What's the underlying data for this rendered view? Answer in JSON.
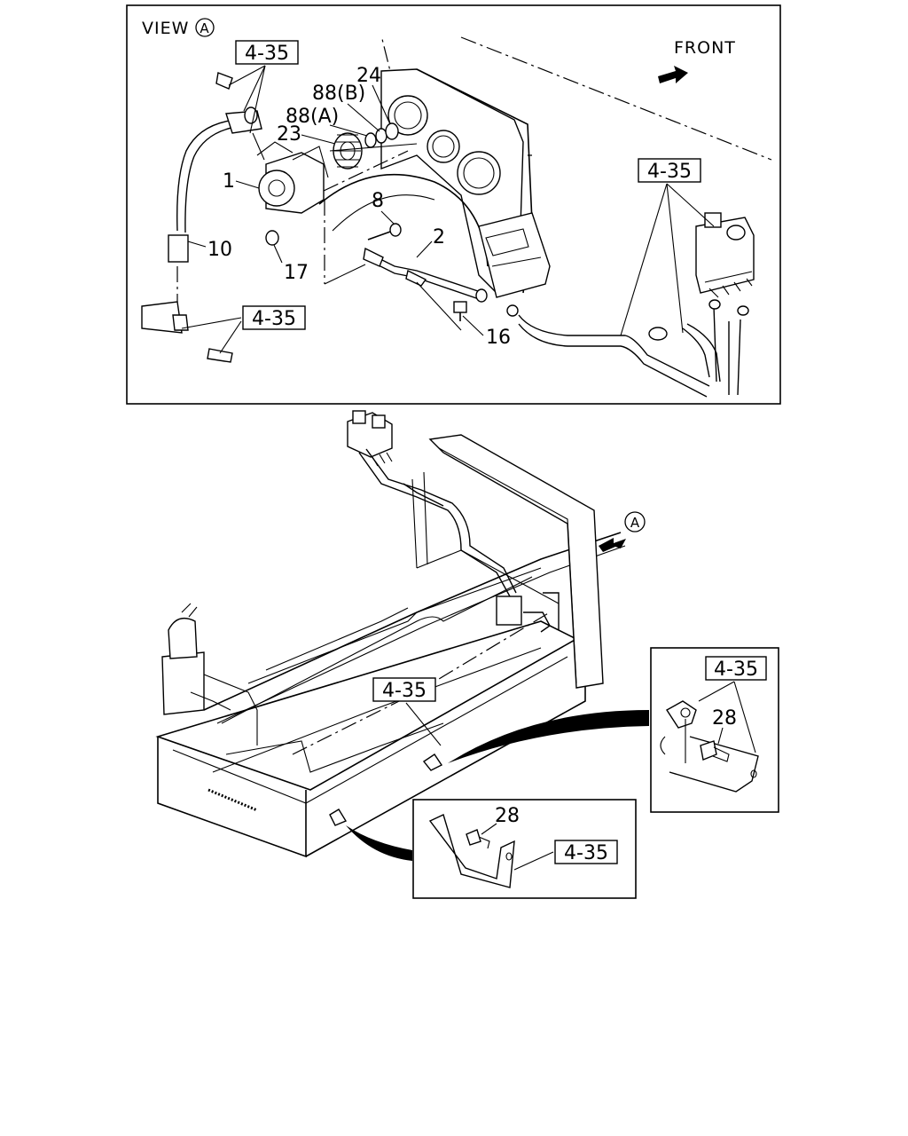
{
  "view_a": {
    "title": "VIEW",
    "title_mark": "A",
    "front_label": "FRONT",
    "ref_top_left": "4-35",
    "ref_top_right": "4-35",
    "ref_mid_left": "4-35",
    "callouts": {
      "c24": "24",
      "c88b": "88(B)",
      "c88a": "88(A)",
      "c23": "23",
      "c1": "1",
      "c8": "8",
      "c2": "2",
      "c10": "10",
      "c17": "17",
      "c16": "16"
    }
  },
  "chassis": {
    "view_marker": "A",
    "ref_main": "4-35",
    "detail_right": {
      "ref": "4-35",
      "callout": "28"
    },
    "detail_bottom": {
      "ref": "4-35",
      "callout": "28"
    }
  }
}
